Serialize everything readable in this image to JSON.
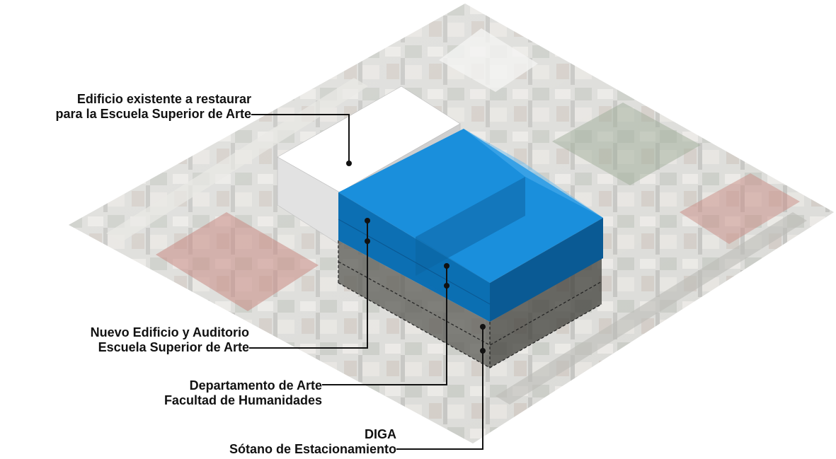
{
  "labels": {
    "existing_building": {
      "line1": "Edificio existente a restaurar",
      "line2": "para la Escuela Superior de Arte"
    },
    "new_building": {
      "line1": "Nuevo Edificio  y Auditorio",
      "line2": "Escuela Superior de Arte"
    },
    "art_department": {
      "line1": "Departamento de Arte",
      "line2": "Facultad de Humanidades"
    },
    "basement": {
      "line1": "DIGA",
      "line2": "Sótano de Estacionamiento"
    }
  },
  "colors": {
    "site_base": "#cfcfcc",
    "existing_top": "#ffffff",
    "existing_side_left": "#e2e2e2",
    "existing_side_right": "#cfcfcf",
    "blue_top": "#1a8fdc",
    "blue_top_light": "#3aa7ef",
    "blue_side_left": "#0c6fb3",
    "blue_side_right": "#0a5a94",
    "basement_left": "#5b5b55",
    "basement_right": "#3f3f3a",
    "leader": "#111111"
  }
}
